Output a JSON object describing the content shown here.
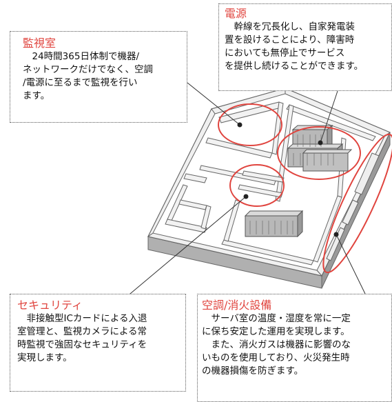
{
  "callouts": {
    "monitoring_room": {
      "title": "監視室",
      "lines": [
        "　24時間365日体制で機器/",
        "ネットワークだけでなく、空調",
        "/電源に至るまで監視を行い",
        "ます。"
      ]
    },
    "power": {
      "title": "電源",
      "lines": [
        "　幹線を冗長化し、自家発電装",
        "置を設けることにより、障害時",
        "においても無停止でサービス",
        "を提供し続けることができます。"
      ]
    },
    "security": {
      "title": "セキュリティ",
      "lines": [
        "　非接触型ICカードによる入退",
        "室管理と、監視カメラによる常",
        "時監視で強固なセキュリティを",
        "実現します。"
      ]
    },
    "hvac_fire": {
      "title": "空調/消火設備",
      "lines": [
        "　サーバ室の温度・湿度を常に一定",
        "に保ち安定した運用を実現します。",
        "　また、消火ガスは機器に影響のな",
        "いものを使用しており、火災発生時",
        "の機器損傷を防ぎます。"
      ]
    }
  },
  "colors": {
    "accent_red": "#e0443e",
    "wall_top": "#f4f4f4",
    "wall_side": "#aaaaaa",
    "floor": "#ffffff",
    "rack": "#b5b5b5"
  }
}
